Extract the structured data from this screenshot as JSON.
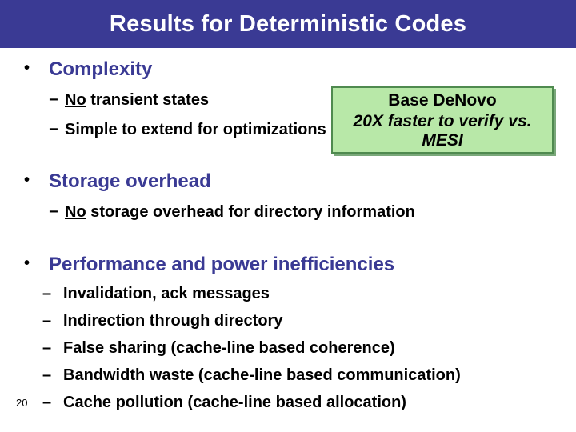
{
  "slide": {
    "title": "Results for Deterministic Codes",
    "page_number": "20",
    "colors": {
      "title_bar": "#3a3a94",
      "heading": "#3a3a94",
      "callout_fill": "#b8e8a8"
    },
    "sections": [
      {
        "bullet": "•",
        "heading": "Complexity",
        "items": [
          {
            "marker": "−",
            "underlined": "No",
            "rest": " transient states"
          },
          {
            "marker": "−",
            "text": "Simple to extend for optimizations"
          }
        ]
      },
      {
        "bullet": "•",
        "heading": "Storage overhead",
        "items": [
          {
            "marker": "−",
            "underlined": "No",
            "rest": " storage overhead for directory information"
          }
        ]
      },
      {
        "bullet": "•",
        "heading": "Performance and power inefficiencies",
        "items": [
          {
            "marker": "–",
            "text": "Invalidation, ack messages"
          },
          {
            "marker": "–",
            "text": "Indirection through directory"
          },
          {
            "marker": "–",
            "text": "False sharing (cache-line based coherence)"
          },
          {
            "marker": "–",
            "text": "Bandwidth waste (cache-line based communication)"
          },
          {
            "marker": "–",
            "text": "Cache pollution (cache-line based allocation)"
          }
        ]
      }
    ],
    "callout": {
      "line1": "Base DeNovo",
      "line2": "20X faster to verify vs. MESI"
    }
  }
}
